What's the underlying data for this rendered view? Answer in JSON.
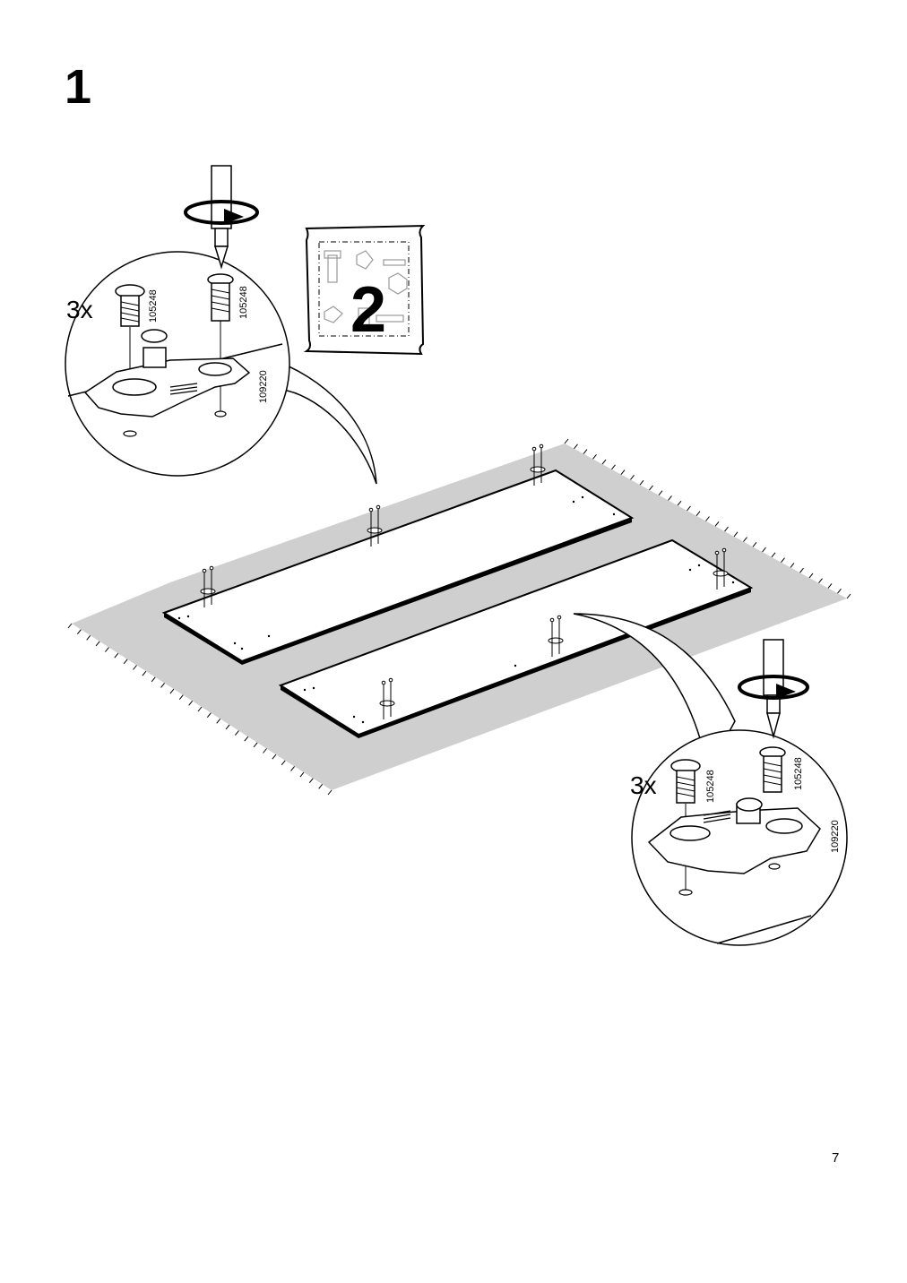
{
  "step": {
    "number": "1"
  },
  "callout_left": {
    "quantity": "3x",
    "part_screw_a": "105248",
    "part_screw_b": "105248",
    "part_bracket": "109220"
  },
  "callout_right": {
    "quantity": "3x",
    "part_screw_a": "105248",
    "part_screw_b": "105248",
    "part_bracket": "109220"
  },
  "note_badge": {
    "number": "2"
  },
  "page": {
    "number": "7"
  },
  "colors": {
    "line": "#000000",
    "mat": "#cfcfcf",
    "panel": "#ffffff"
  }
}
